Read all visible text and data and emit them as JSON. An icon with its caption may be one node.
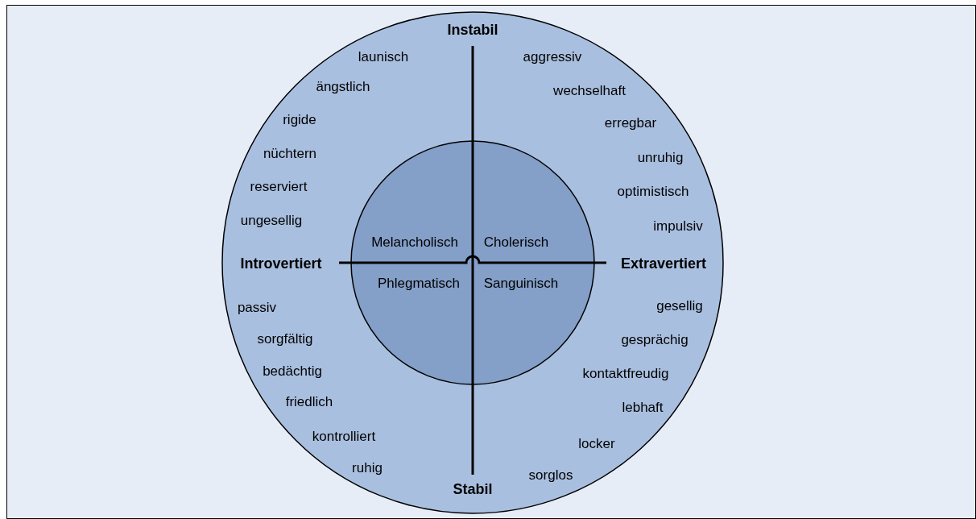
{
  "diagram": {
    "nodes": [
      {
        "text": [],
        "shape": "circle"
      },
      {
        "text": [
          "Melancholisch",
          "Cholerisch",
          "Phlegmatisch",
          "Sanguinisch"
        ],
        "in": 0
      }
    ],
    "labels": [
      "Instabil",
      "launisch",
      "ängstlich",
      "rigide",
      "nüchtern",
      "reserviert",
      "ungesellig",
      "aggressiv",
      "wechselhaft",
      "erregbar",
      "unruhig",
      "optimistisch",
      "impulsiv",
      "Introvertiert",
      "Extravertiert",
      "passiv",
      "sorgfältig",
      "bedächtig",
      "friedlich",
      "kontrolliert",
      "ruhig",
      "gesellig",
      "gesprächig",
      "kontaktfreudig",
      "lebhaft",
      "locker",
      "sorglos",
      "Stabil"
    ]
  }
}
